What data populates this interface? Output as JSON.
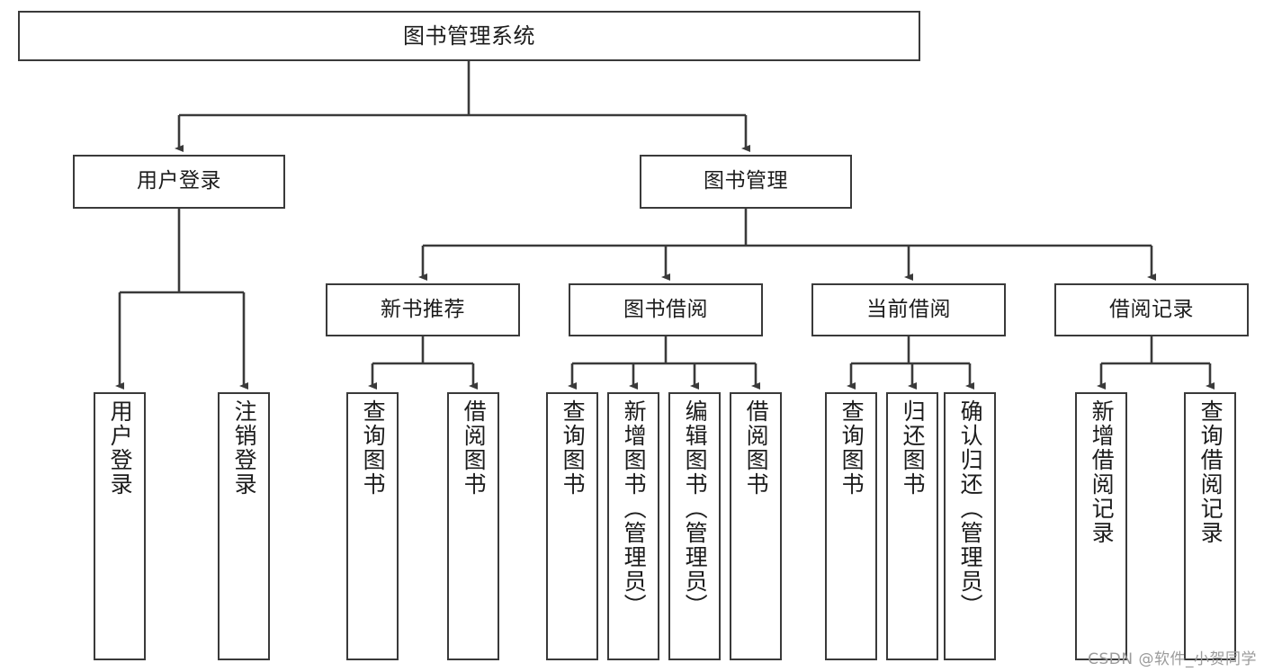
{
  "diagram": {
    "title": "图书管理系统",
    "type": "function-tree",
    "colors": {
      "box_border": "#3a3a3a",
      "box_fill": "#ffffff",
      "connector": "#3a3a3a",
      "text": "#1c1c1c",
      "watermark": "#9b9b9b",
      "background": "#ffffff"
    },
    "root": {
      "label": "图书管理系统"
    },
    "level1": [
      {
        "label": "用户登录"
      },
      {
        "label": "图书管理"
      }
    ],
    "level2": [
      {
        "label": "新书推荐"
      },
      {
        "label": "图书借阅"
      },
      {
        "label": "当前借阅"
      },
      {
        "label": "借阅记录"
      }
    ],
    "leaves": {
      "user_login": [
        {
          "label": "用户登录"
        },
        {
          "label": "注销登录"
        }
      ],
      "new_book": [
        {
          "label": "查询图书"
        },
        {
          "label": "借阅图书"
        }
      ],
      "book_borrow": [
        {
          "label": "查询图书"
        },
        {
          "label": "新增图书（管理员）"
        },
        {
          "label": "编辑图书（管理员）"
        },
        {
          "label": "借阅图书"
        }
      ],
      "current_borrow": [
        {
          "label": "查询图书"
        },
        {
          "label": "归还图书"
        },
        {
          "label": "确认归还（管理员）"
        }
      ],
      "borrow_record": [
        {
          "label": "新增借阅记录"
        },
        {
          "label": "查询借阅记录"
        }
      ]
    }
  },
  "watermark": {
    "text": "CSDN @软件_小贺同学"
  }
}
